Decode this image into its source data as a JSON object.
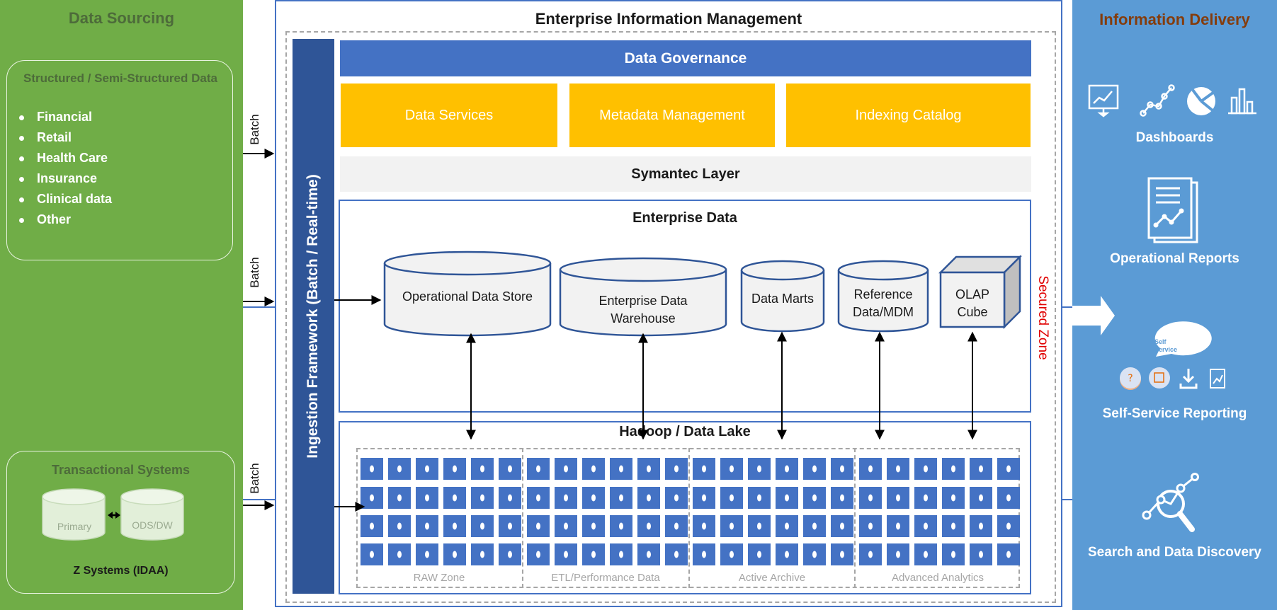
{
  "title": "Enterprise Information Management",
  "left": {
    "title": "Data Sourcing",
    "structured": {
      "title": "Structured / Semi-Structured Data",
      "items": [
        "Financial",
        "Retail",
        "Health Care",
        "Insurance",
        "Clinical data",
        "Other"
      ]
    },
    "transactional": {
      "title": "Transactional Systems",
      "primary": "Primary",
      "ods": "ODS/DW",
      "footer": "Z Systems (IDAA)"
    },
    "batch_labels": [
      "Batch",
      "Batch",
      "Batch"
    ]
  },
  "center": {
    "ingestion": "Ingestion Framework (Batch / Real-time)",
    "governance": "Data Governance",
    "services": [
      "Data Services",
      "Metadata Management",
      "Indexing Catalog"
    ],
    "semantic": "Symantec Layer",
    "enterprise": {
      "title": "Enterprise Data",
      "stores": [
        {
          "line1": "Operational Data Store",
          "line2": ""
        },
        {
          "line1": "Enterprise Data",
          "line2": "Warehouse"
        },
        {
          "line1": "Data Marts",
          "line2": ""
        },
        {
          "line1": "Reference",
          "line2": "Data/MDM"
        },
        {
          "line1": "OLAP",
          "line2": "Cube"
        }
      ]
    },
    "lake": {
      "title": "Hadoop / Data Lake",
      "zones": [
        "RAW Zone",
        "ETL/Performance Data",
        "Active Archive",
        "Advanced Analytics"
      ]
    },
    "secured": "Secured Zone"
  },
  "right": {
    "title": "Information Delivery",
    "items": [
      "Dashboards",
      "Operational Reports",
      "Self-Service Reporting",
      "Search and Data Discovery"
    ],
    "self_service_bubble": [
      "Self",
      "Service"
    ]
  },
  "colors": {
    "green": "#70AD47",
    "blue": "#4472C4",
    "dark_blue": "#2F5597",
    "light_blue": "#5B9BD5",
    "yellow": "#FFC000",
    "title_brown": "#843C0C",
    "secured_red": "#E00000"
  },
  "icons": [
    "monitor-chart-icon",
    "line-graph-icon",
    "pie-chart-icon",
    "bar-chart-icon",
    "report-icon",
    "question-bubble-icon",
    "square-bubble-icon",
    "download-icon",
    "report-small-icon",
    "search-network-icon",
    "arrow-right-icon"
  ]
}
